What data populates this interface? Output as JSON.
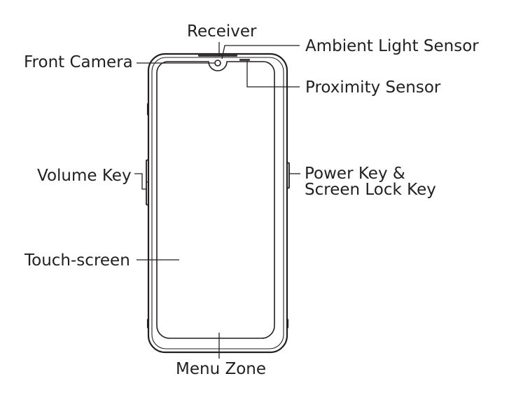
{
  "labels": {
    "receiver": "Receiver",
    "ambient_light_sensor": "Ambient Light Sensor",
    "front_camera": "Front Camera",
    "proximity_sensor": "Proximity Sensor",
    "volume_key": "Volume Key",
    "power_key_line1": "Power Key &",
    "power_key_line2": "Screen Lock Key",
    "touch_screen": "Touch-screen",
    "menu_zone": "Menu Zone"
  },
  "colors": {
    "stroke": "#231f20",
    "background": "#ffffff"
  }
}
